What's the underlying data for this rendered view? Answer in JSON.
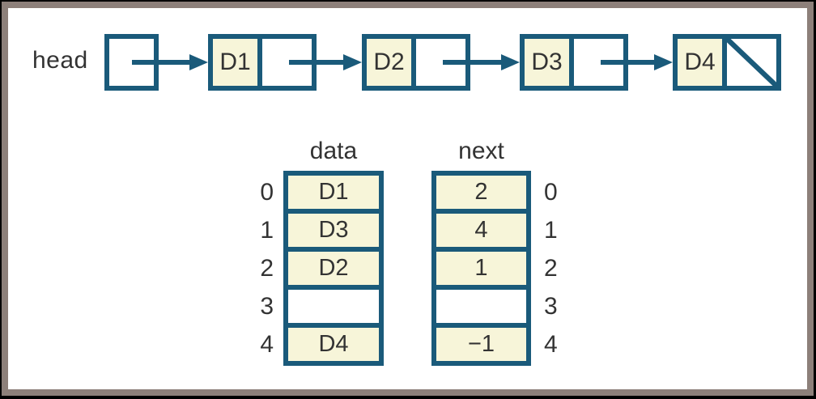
{
  "linked_list": {
    "head_label": "head",
    "nodes": [
      {
        "data": "D1"
      },
      {
        "data": "D2"
      },
      {
        "data": "D3"
      },
      {
        "data": "D4",
        "null_pointer": true
      }
    ],
    "null_marker": "diagonal-slash"
  },
  "arrays": {
    "data_column": {
      "label": "data",
      "rows": [
        {
          "index": "0",
          "value": "D1",
          "filled": true
        },
        {
          "index": "1",
          "value": "D3",
          "filled": true
        },
        {
          "index": "2",
          "value": "D2",
          "filled": true
        },
        {
          "index": "3",
          "value": "",
          "filled": false
        },
        {
          "index": "4",
          "value": "D4",
          "filled": true
        }
      ]
    },
    "next_column": {
      "label": "next",
      "rows": [
        {
          "index": "0",
          "value": "2",
          "filled": true
        },
        {
          "index": "1",
          "value": "4",
          "filled": true
        },
        {
          "index": "2",
          "value": "1",
          "filled": true
        },
        {
          "index": "3",
          "value": "",
          "filled": false
        },
        {
          "index": "4",
          "value": "−1",
          "filled": true
        }
      ]
    }
  },
  "colors": {
    "outline_teal": "#1A5A7A",
    "cell_cream": "#F7F5D9",
    "frame_taupe": "#8D807A",
    "background": "#FFFFFF",
    "text": "#333333"
  }
}
